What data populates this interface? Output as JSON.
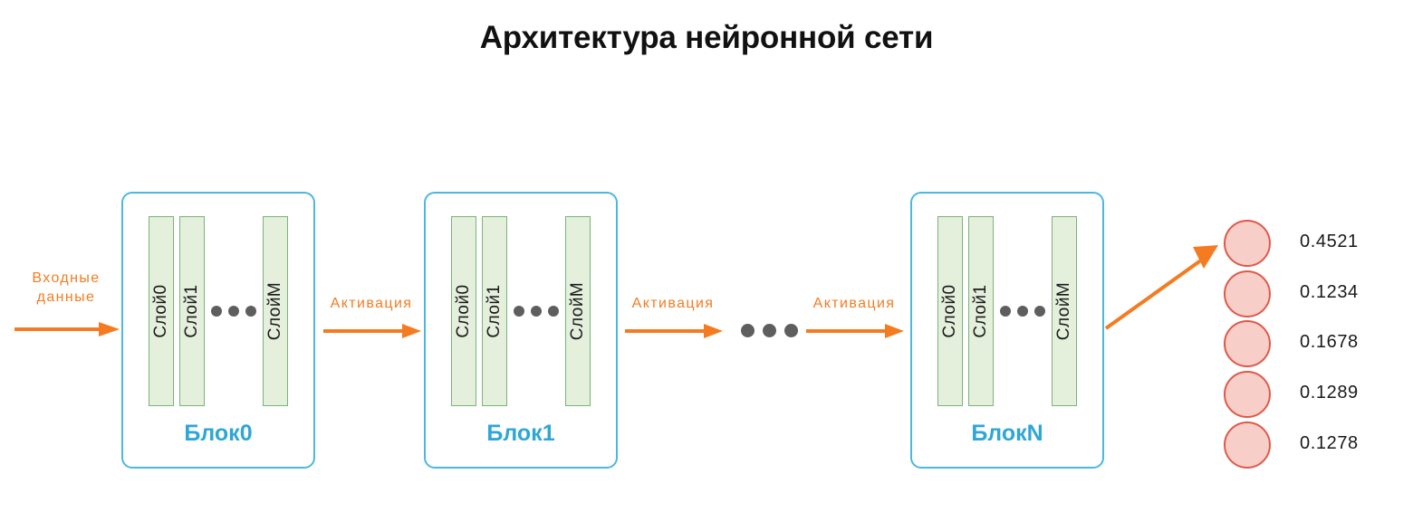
{
  "title": "Архитектура нейронной сети",
  "input": {
    "label_line1": "Входные",
    "label_line2": "данные",
    "icon": "arrow-right-icon"
  },
  "blocks": [
    {
      "label": "Блок0",
      "layers": [
        "Слой0",
        "Слой1",
        "СлойМ"
      ],
      "ellipsis_icon": "three-dots-icon"
    },
    {
      "label": "Блок1",
      "layers": [
        "Слой0",
        "Слой1",
        "СлойМ"
      ],
      "ellipsis_icon": "three-dots-icon"
    },
    {
      "label": "БлокN",
      "layers": [
        "Слой0",
        "Слой1",
        "СлойМ"
      ],
      "ellipsis_icon": "three-dots-icon"
    }
  ],
  "activations": [
    {
      "label": "Активация",
      "icon": "arrow-right-icon"
    },
    {
      "label": "Активация",
      "icon": "arrow-right-icon"
    },
    {
      "label": "Активация",
      "icon": "arrow-right-icon"
    }
  ],
  "mid_ellipsis_icon": "three-dots-icon",
  "output": {
    "arrow_icon": "diagonal-arrow-icon",
    "values": [
      "0.4521",
      "0.1234",
      "0.1678",
      "0.1289",
      "0.1278"
    ]
  },
  "colors": {
    "block_border": "#4BB8E0",
    "block_label": "#2EA6D6",
    "layer_fill": "#E4EFDC",
    "layer_border": "#78B478",
    "arrow": "#F47B20",
    "node_fill": "#F8CFC8",
    "node_border": "#E0584A",
    "dot": "#5E5E5E",
    "title": "#111111"
  }
}
